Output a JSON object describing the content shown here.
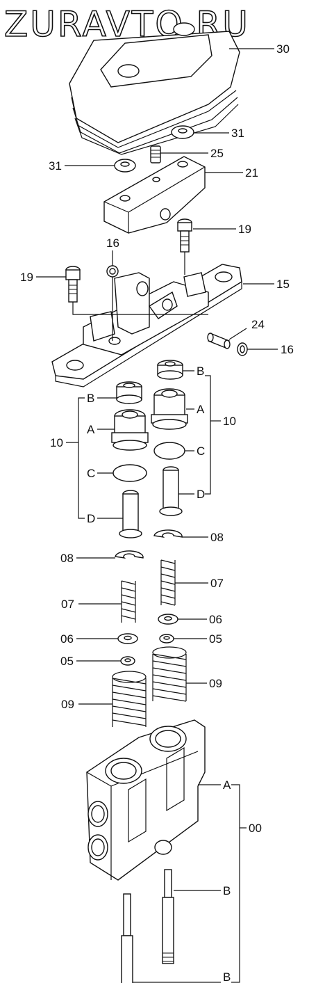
{
  "watermark": "ZURAVTO.RU",
  "labels": {
    "l30": "30",
    "l31a": "31",
    "l31b": "31",
    "l25": "25",
    "l21": "21",
    "l19a": "19",
    "l16a": "16",
    "l19b": "19",
    "l15": "15",
    "l24": "24",
    "l16b": "16",
    "lBr": "B",
    "lAr": "A",
    "l10r": "10",
    "lCr": "C",
    "lDr": "D",
    "lBl": "B",
    "lAl": "A",
    "l10l": "10",
    "lCl": "C",
    "lDl": "D",
    "l08r": "08",
    "l08l": "08",
    "l07r": "07",
    "l07l": "07",
    "l06r": "06",
    "l06l": "06",
    "l05r": "05",
    "l05l": "05",
    "l09r": "09",
    "l09l": "09",
    "lA00": "A",
    "l00": "00",
    "lB00a": "B",
    "lB00b": "B"
  }
}
